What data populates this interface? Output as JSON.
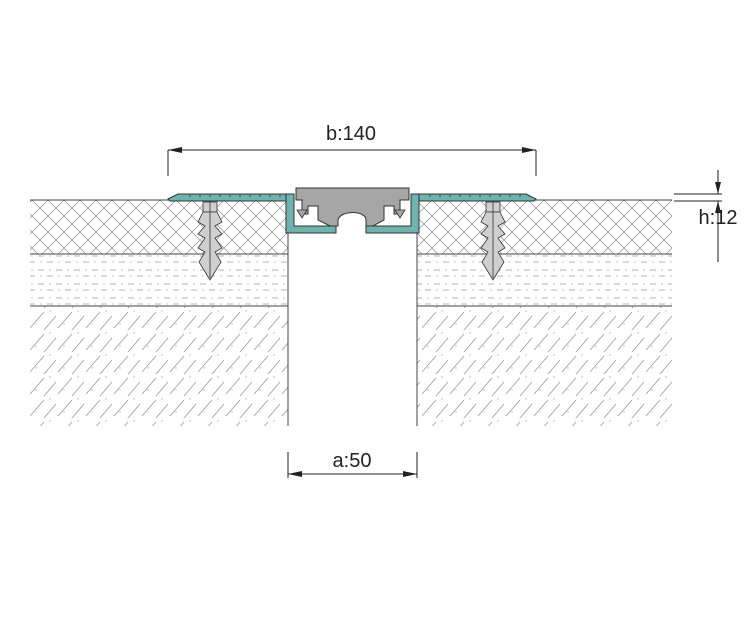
{
  "dimensions": {
    "width": "b:140",
    "gap": "a:50",
    "height": "h:12"
  },
  "colors": {
    "profile_aluminium": "#6fb3ae",
    "insert_rubber": "#a6a6a6",
    "anchor": "#cfcfcf",
    "hatch": "#9a9a9a",
    "line": "#222222"
  }
}
